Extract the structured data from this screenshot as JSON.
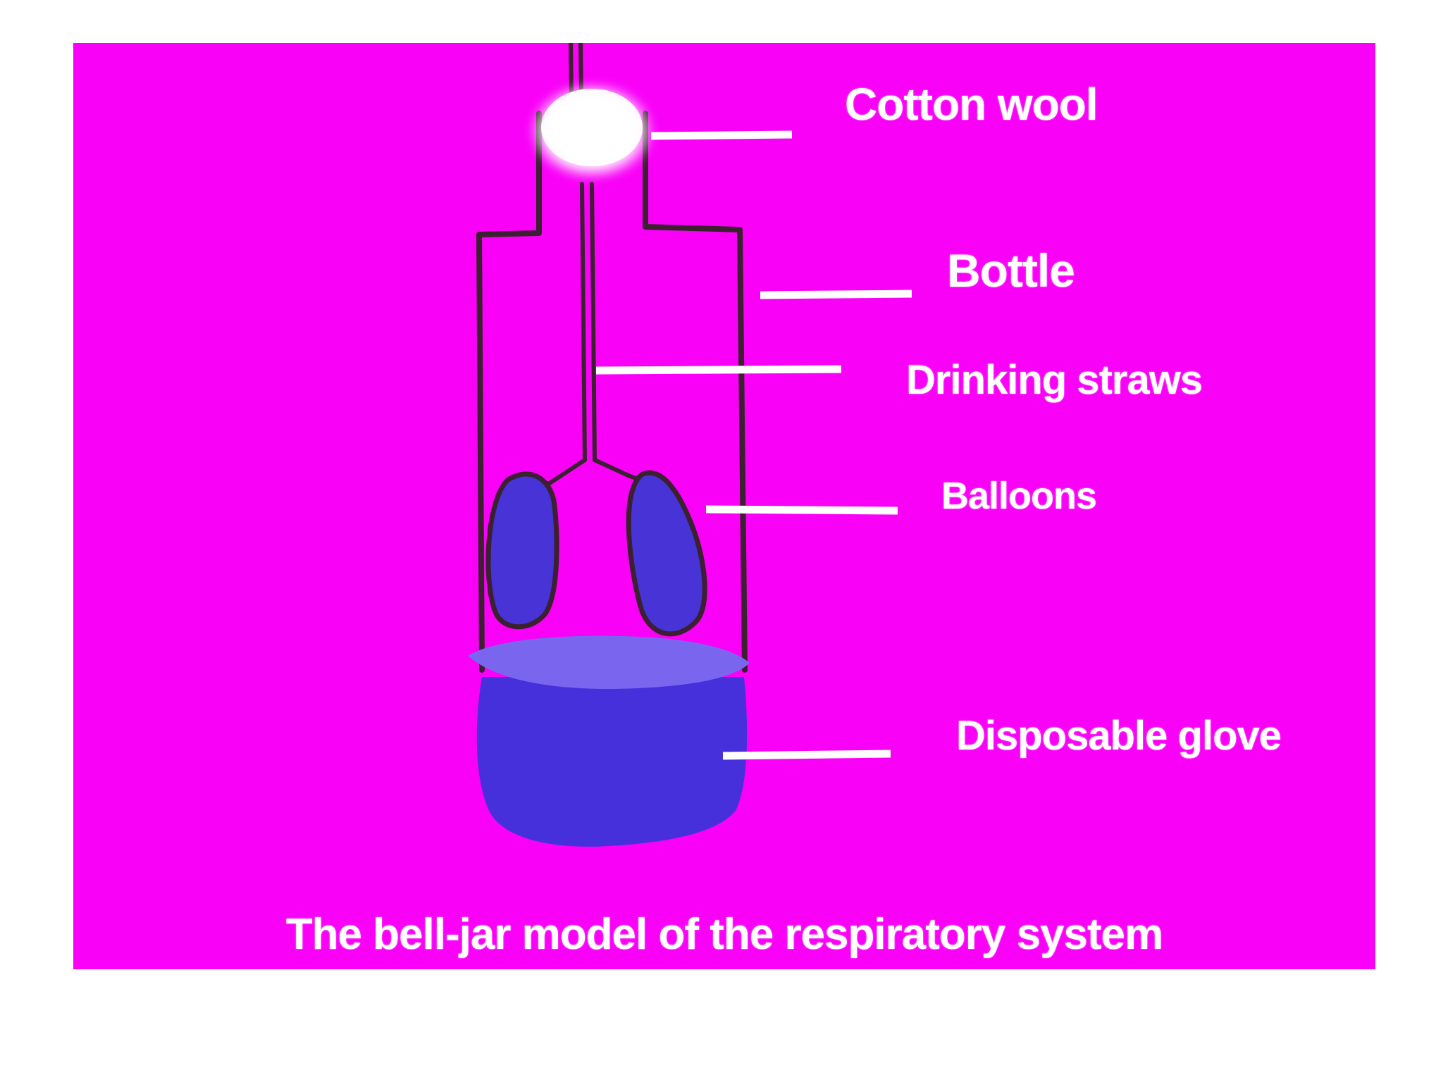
{
  "colors": {
    "background": "#f900f7",
    "outline": "#3b2030",
    "balloon_fill": "#4733d6",
    "glove_fill": "#4630dc",
    "glove_top": "#7a66ee",
    "leader_lines": "#ffffff",
    "cotton": "#ffffff"
  },
  "labels": {
    "cotton_wool": "Cotton wool",
    "bottle": "Bottle",
    "drinking_straws": "Drinking straws",
    "balloons": "Balloons",
    "disposable_glove": "Disposable glove"
  },
  "caption": "The bell-jar model of the respiratory system"
}
